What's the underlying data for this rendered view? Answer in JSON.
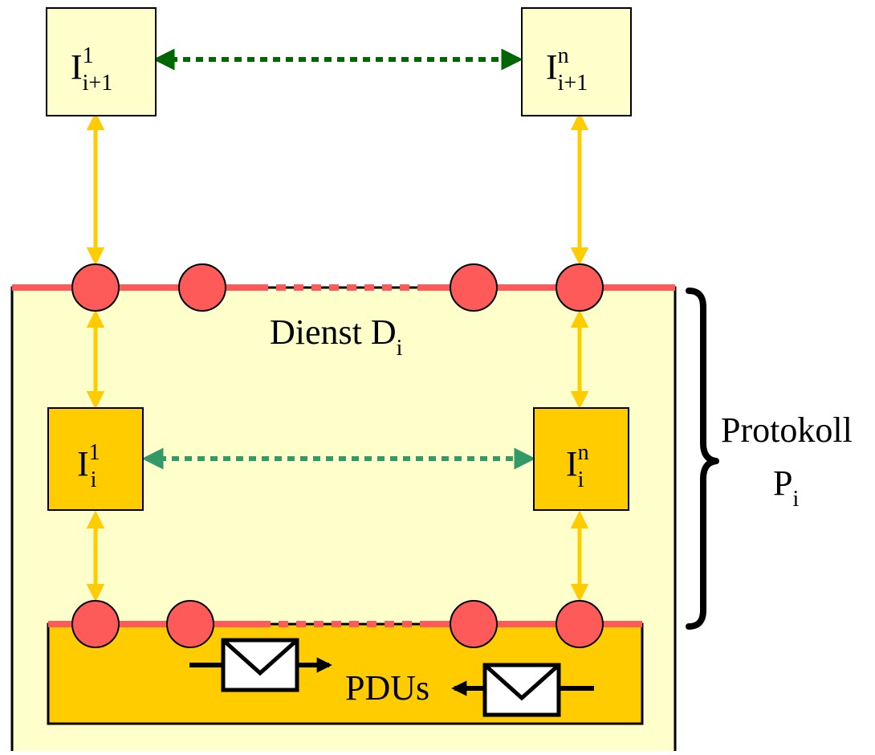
{
  "colors": {
    "service_area": "#ffffcc",
    "instance_upper": "#ffffcc",
    "instance_lower": "#ffcc00",
    "pdu_band": "#ffcc00",
    "sap_circle": "#ff5a5a",
    "sap_line": "#ff5a5a",
    "vertical_arrow": "#ffcc00",
    "peer_arrow_upper": "#006600",
    "peer_arrow_lower": "#339966",
    "stroke": "#000000"
  },
  "instances": {
    "upper_left": {
      "base": "I",
      "sup": "1",
      "sub": "i+1"
    },
    "upper_right": {
      "base": "I",
      "sup": "n",
      "sub": "i+1"
    },
    "lower_left": {
      "base": "I",
      "sup": "1",
      "sub": "i"
    },
    "lower_right": {
      "base": "I",
      "sup": "n",
      "sub": "i"
    }
  },
  "service": {
    "label": "Dienst D",
    "sub": "i"
  },
  "protocol": {
    "label": "Protokoll",
    "symbol": "P",
    "sub": "i"
  },
  "pdu": {
    "label": "PDUs"
  },
  "icons": {
    "envelope_right": "envelope-icon",
    "envelope_left": "envelope-icon"
  }
}
